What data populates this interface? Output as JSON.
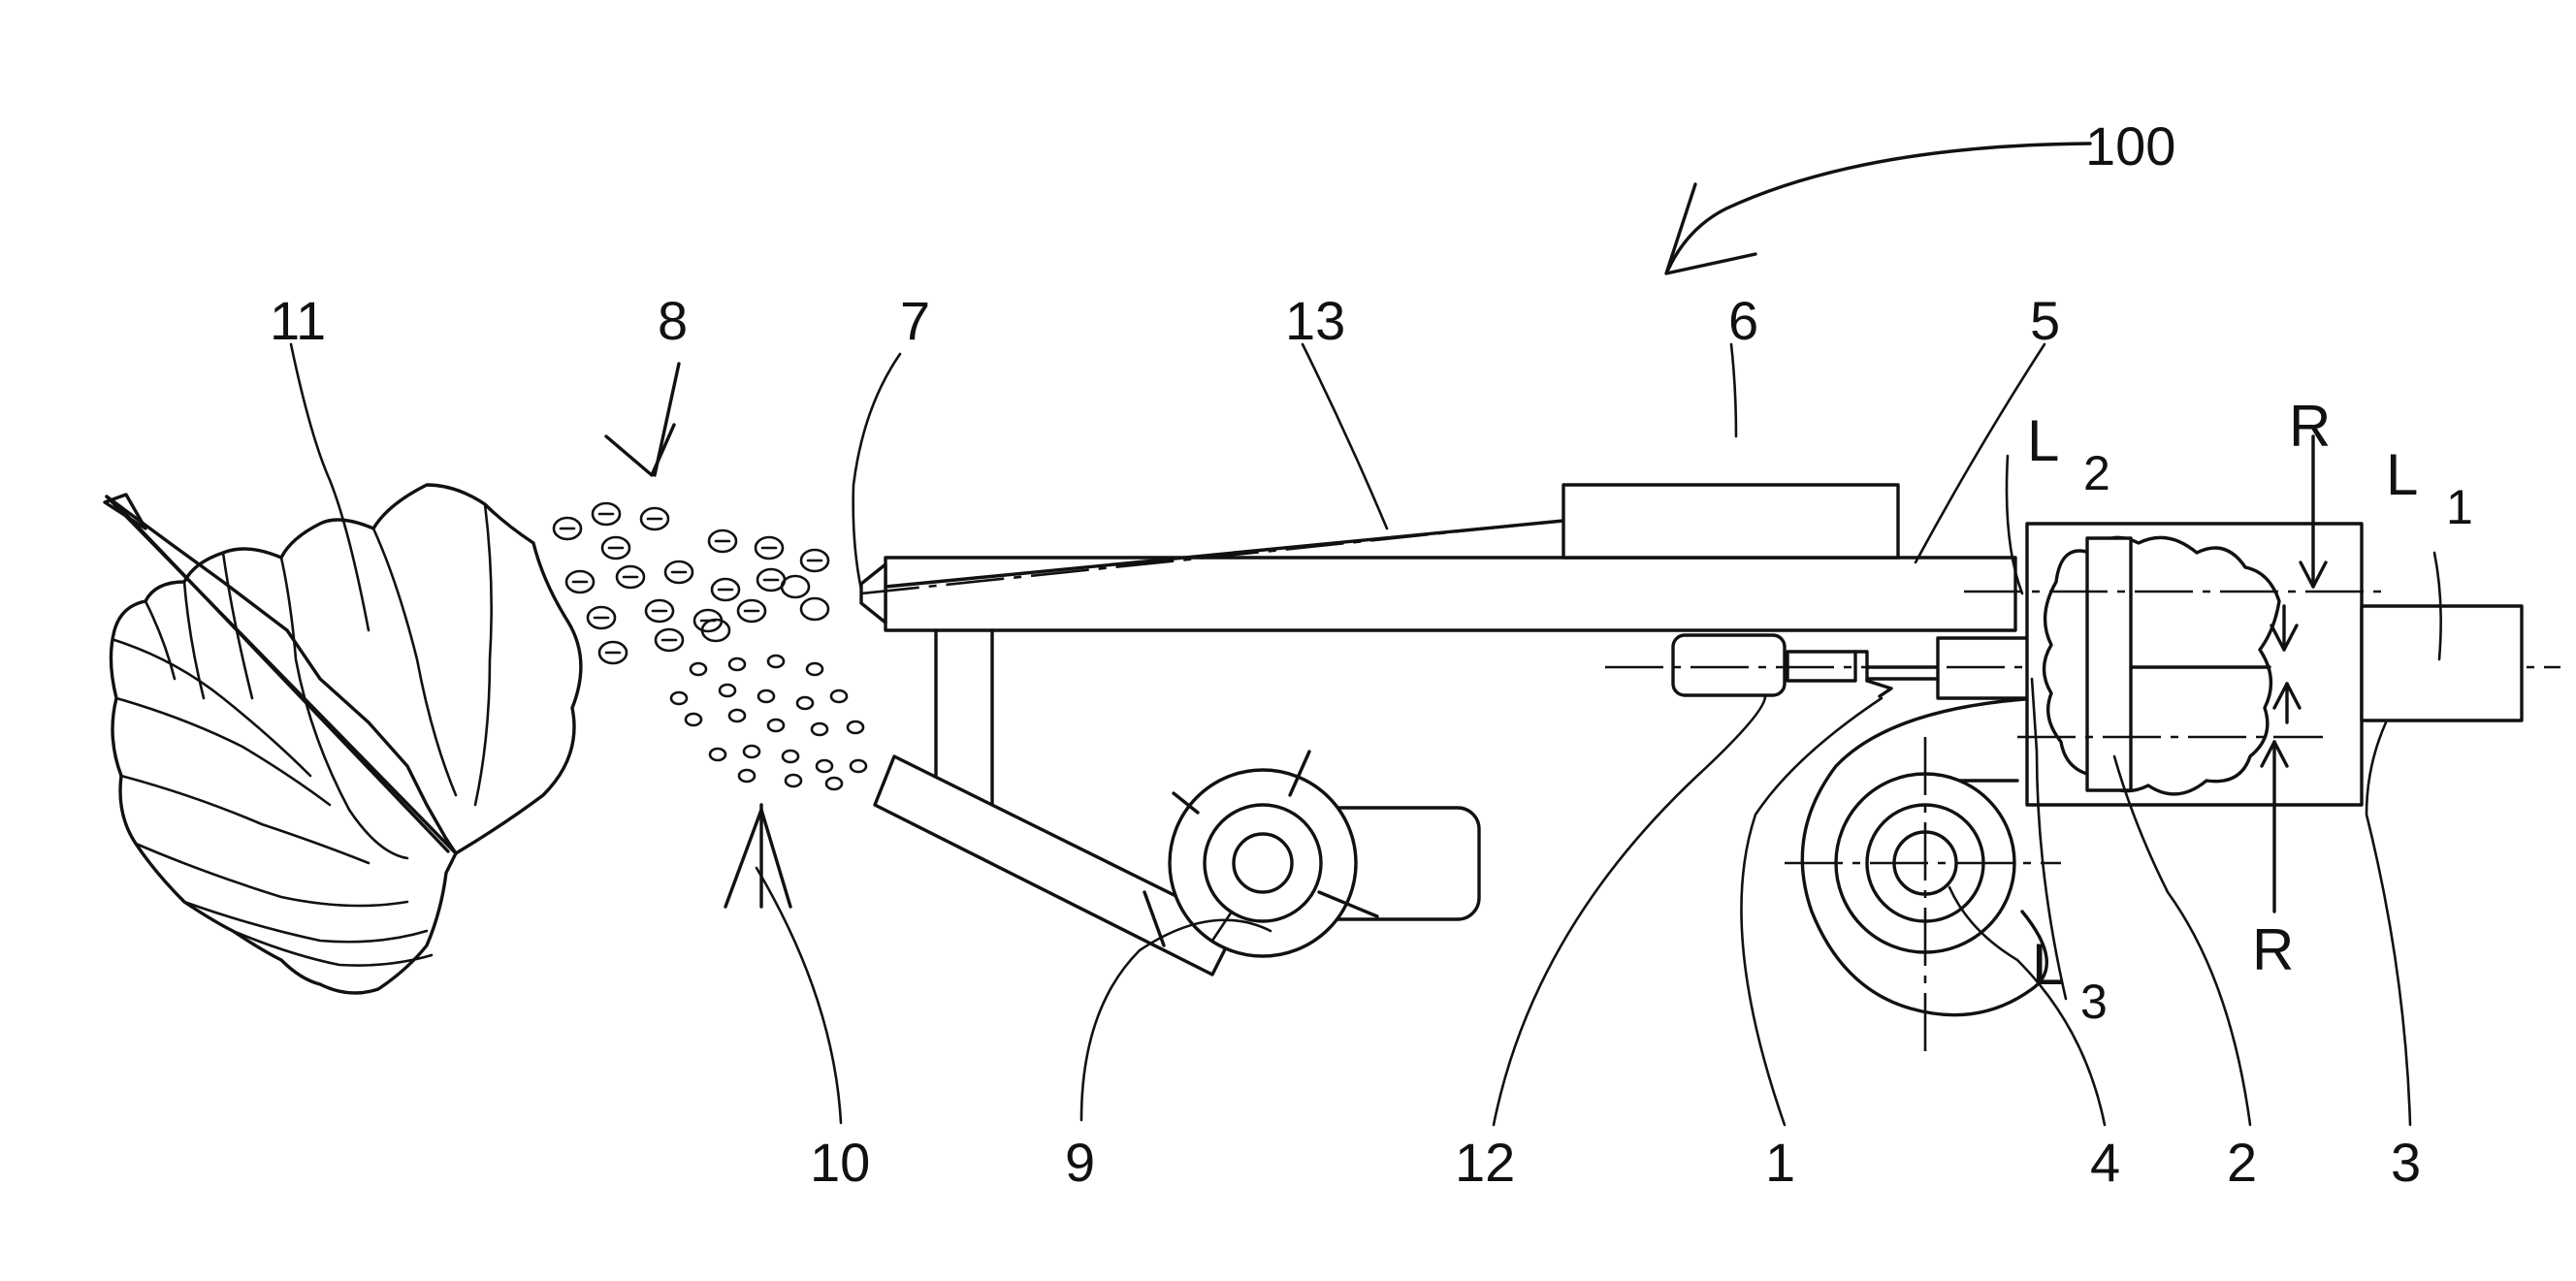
{
  "figure": {
    "numeral_100": "100",
    "refs": {
      "r11": "11",
      "r8": "8",
      "r7": "7",
      "r13": "13",
      "r6": "6",
      "r5": "5",
      "r10": "10",
      "r9": "9",
      "r12": "12",
      "r1": "1",
      "r4": "4",
      "r2": "2",
      "r3": "3"
    },
    "letters": {
      "L": "L",
      "R": "R",
      "sub_1": "1",
      "sub_2": "2",
      "sub_3": "3"
    }
  }
}
